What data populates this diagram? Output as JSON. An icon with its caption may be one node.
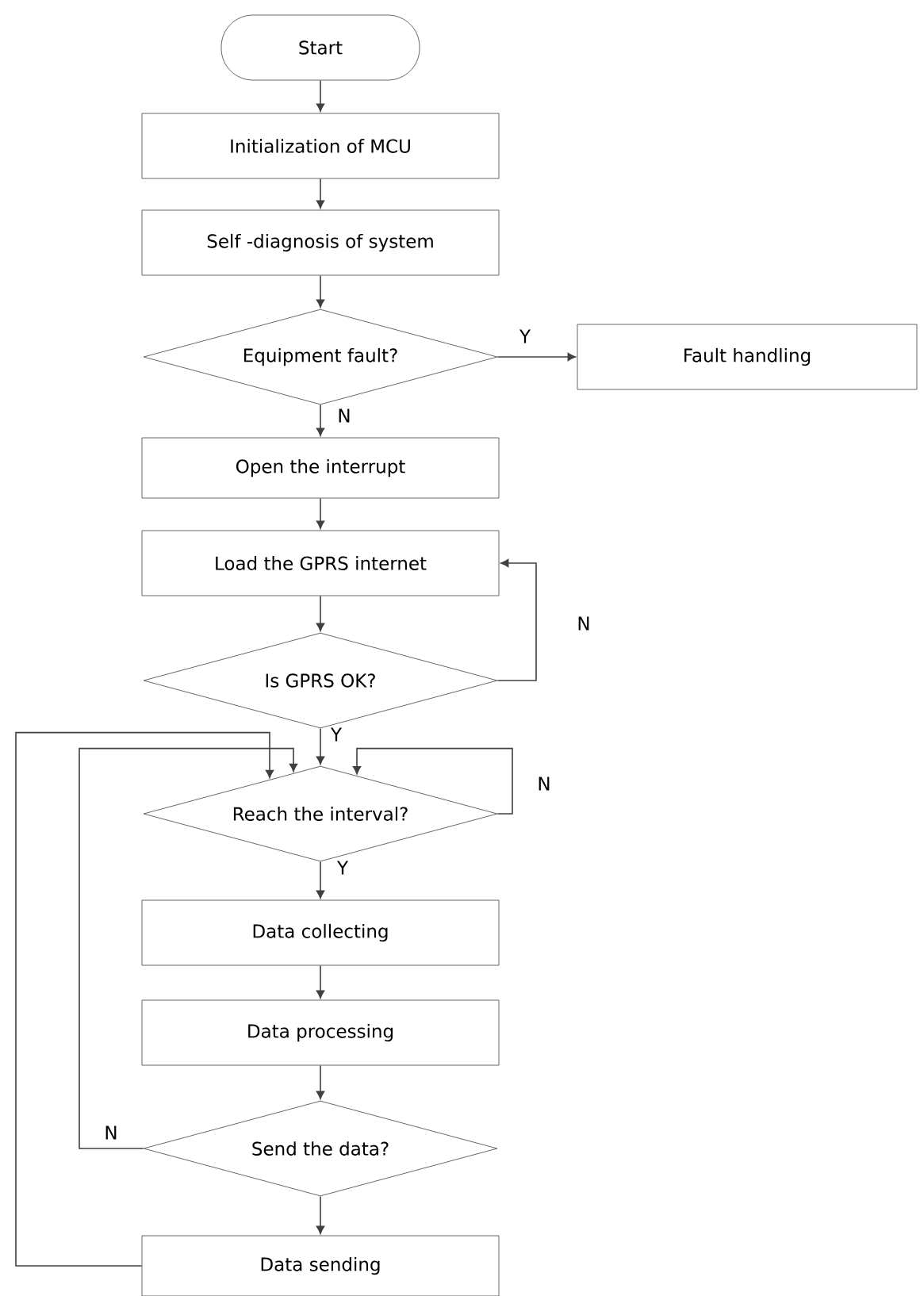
{
  "diagram": {
    "nodes": [
      {
        "text": [
          "Start"
        ]
      },
      {
        "text": [
          "Initialization of MCU"
        ]
      },
      {
        "text": [
          "Self -diagnosis of system"
        ]
      },
      {
        "text": [
          "Equipment fault?"
        ]
      },
      {
        "text": [
          "Fault handling"
        ]
      },
      {
        "text": [
          "Open the interrupt"
        ]
      },
      {
        "text": [
          "Load the GPRS internet"
        ]
      },
      {
        "text": [
          "Is GPRS OK?"
        ]
      },
      {
        "text": [
          "Reach the interval?"
        ]
      },
      {
        "text": [
          "Data collecting"
        ]
      },
      {
        "text": [
          "Data processing"
        ]
      },
      {
        "text": [
          "Send the data?"
        ]
      },
      {
        "text": [
          "Data sending"
        ]
      }
    ],
    "edges": [
      {
        "from": 0,
        "to": 1,
        "arrow": "to"
      },
      {
        "from": 1,
        "to": 2,
        "arrow": "to"
      },
      {
        "from": 2,
        "to": 3,
        "arrow": "to"
      },
      {
        "from": 3,
        "to": 4,
        "arrow": "to",
        "label": "Y"
      },
      {
        "from": 3,
        "to": 5,
        "arrow": "to",
        "label": "N"
      },
      {
        "from": 5,
        "to": 6,
        "arrow": "to"
      },
      {
        "from": 6,
        "to": 7,
        "arrow": "to"
      },
      {
        "from": 7,
        "to": 6,
        "arrow": "to",
        "label": "N"
      },
      {
        "from": 7,
        "to": 8,
        "arrow": "to",
        "label": "Y"
      },
      {
        "from": 8,
        "to": 8,
        "arrow": "to",
        "label": "N"
      },
      {
        "from": 8,
        "to": 9,
        "arrow": "to",
        "label": "Y"
      },
      {
        "from": 9,
        "to": 10,
        "arrow": "to"
      },
      {
        "from": 10,
        "to": 11,
        "arrow": "to"
      },
      {
        "from": 11,
        "to": 8,
        "arrow": "to",
        "label": "N"
      },
      {
        "from": 11,
        "to": 12,
        "arrow": "to"
      },
      {
        "from": 12,
        "to": 8,
        "arrow": "to"
      }
    ]
  }
}
